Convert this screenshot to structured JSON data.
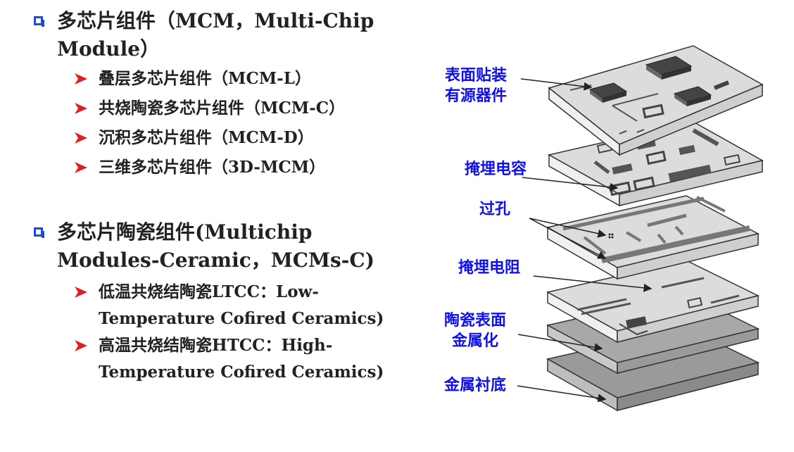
{
  "bullets": [
    {
      "lines": [
        "多芯片组件（MCM，Multi-Chip",
        "Module）"
      ],
      "sub": [
        "叠层多芯片组件（MCM-L）",
        "共烧陶瓷多芯片组件（MCM-C）",
        "沉积多芯片组件（MCM-D）",
        "三维多芯片组件（3D-MCM）"
      ]
    },
    {
      "lines": [
        "多芯片陶瓷组件(Multichip",
        "Modules-Ceramic，MCMs-C)"
      ],
      "sub": [
        [
          "低温共烧结陶瓷LTCC：Low-",
          "Temperature Cofired Ceramics)"
        ],
        [
          "高温共烧结陶瓷HTCC：High-",
          "Temperature Cofired Ceramics)"
        ]
      ]
    }
  ],
  "diagram": {
    "labels": {
      "smd": [
        "表面贴装",
        "有源器件"
      ],
      "capacitor": "掩埋电容",
      "via": "过孔",
      "resistor": "掩埋电阻",
      "metallization": [
        "陶瓷表面",
        "金属化"
      ],
      "substrate": "金属衬底"
    },
    "colors": {
      "accent": "#1f4bd8",
      "label": "#1010ee",
      "arrow": "#e02020",
      "layer_top": "#d9d9d9",
      "metal_top": "#9a9a9a",
      "component": "#555555"
    }
  }
}
